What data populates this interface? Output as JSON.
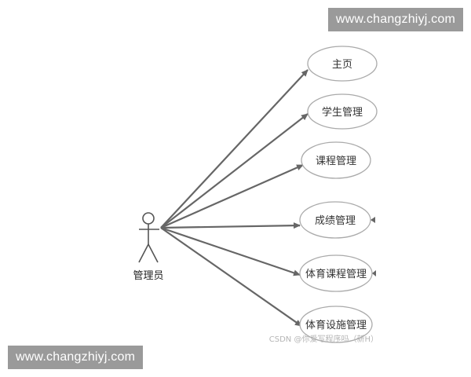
{
  "actor": {
    "label": "管理员"
  },
  "use_cases": [
    {
      "label": "主页"
    },
    {
      "label": "学生管理"
    },
    {
      "label": "课程管理"
    },
    {
      "label": "成绩管理"
    },
    {
      "label": "体育课程管理"
    },
    {
      "label": "体育设施管理"
    }
  ],
  "watermarks": {
    "top": "www.changzhiyj.com",
    "bottom": "www.changzhiyj.com",
    "csdn": "CSDN @你爱写程序吗（新H）"
  },
  "colors": {
    "line": "#666666",
    "ellipse_stroke": "#aaaaaa",
    "watermark_bg": "#9a9a9a"
  }
}
